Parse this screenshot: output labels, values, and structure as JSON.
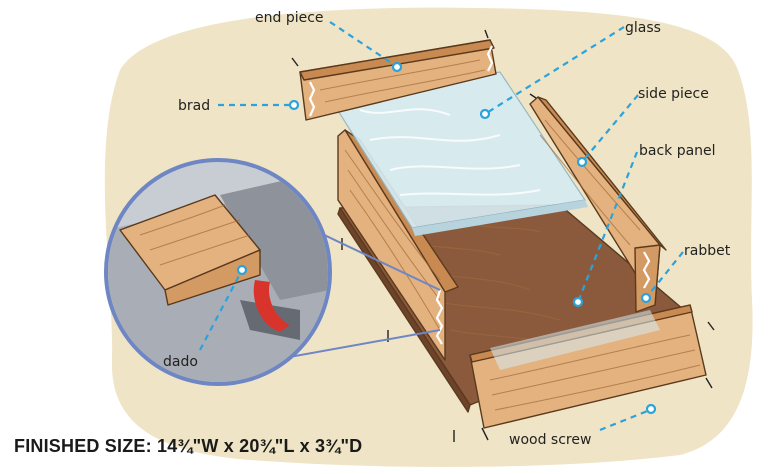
{
  "labels": {
    "end_piece": "end piece",
    "glass": "glass",
    "brad": "brad",
    "side_piece": "side piece",
    "back_panel": "back panel",
    "rabbet": "rabbet",
    "dado": "dado",
    "wood_screw": "wood screw"
  },
  "finished_size": "FINISHED SIZE:  14¾\"W x 20¾\"L x 3¾\"D",
  "colors": {
    "background_blob": "#efe4c6",
    "callout": "#2aa3dc",
    "wood_light": "#e4b27e",
    "wood_mid": "#d39a63",
    "back_panel": "#8b5a3c",
    "glass": "#d6ebf2",
    "detail_circle": "#6f86c4",
    "blade": "#d8342b"
  }
}
